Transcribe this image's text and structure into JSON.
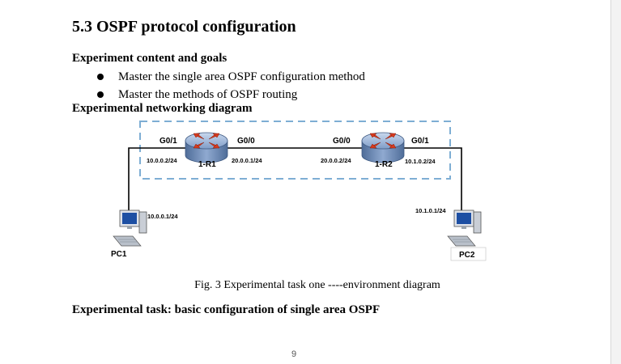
{
  "document": {
    "section_title": "5.3 OSPF protocol configuration",
    "content_heading": "Experiment content and goals",
    "bullets": [
      "Master the single area OSPF configuration method",
      "Master the methods of OSPF routing"
    ],
    "diagram_heading": "Experimental networking diagram",
    "caption": "Fig. 3 Experimental task one ----environment diagram",
    "task_heading": "Experimental task: basic configuration of single area OSPF",
    "page_number": "9"
  },
  "diagram": {
    "routers": [
      {
        "name": "1-R1",
        "left_port": "G0/1",
        "left_ip": "10.0.0.2/24",
        "right_port": "G0/0",
        "right_ip": "20.0.0.1/24"
      },
      {
        "name": "1-R2",
        "left_port": "G0/0",
        "left_ip": "20.0.0.2/24",
        "right_port": "G0/1",
        "right_ip": "10.1.0.2/24"
      }
    ],
    "pcs": [
      {
        "name": "PC1",
        "ip": "10.0.0.1/24"
      },
      {
        "name": "PC2",
        "ip": "10.1.0.1/24"
      }
    ]
  },
  "colors": {
    "area_border": "#7eaed4",
    "router_body": "#8aa7cf",
    "router_arrows": "#d63b1f",
    "pc_screen": "#1d4fa3"
  }
}
